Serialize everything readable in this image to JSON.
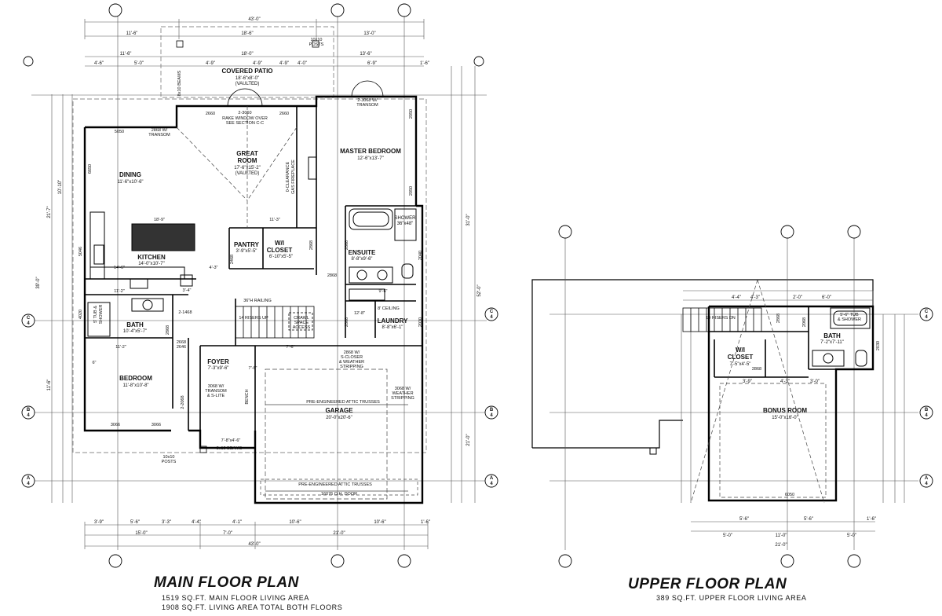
{
  "main_plan": {
    "title": "MAIN FLOOR PLAN",
    "area_main": "1519 SQ.FT. MAIN FLOOR LIVING AREA",
    "area_total": "1908 SQ.FT. LIVING AREA TOTAL BOTH FLOORS",
    "rooms": {
      "covered_patio": "COVERED PATIO",
      "covered_patio_dim": "18'-6\"x8'-0\"",
      "covered_patio_note": "(VAULTED)",
      "great_room_1": "GREAT",
      "great_room_2": "ROOM",
      "great_room_dim": "17'-6\"x15'-2\"",
      "great_room_note": "(VAULTED)",
      "dining": "DINING",
      "dining_dim": "11'-6\"x10'-6\"",
      "kitchen": "KITCHEN",
      "kitchen_dim": "14'-0\"x10'-7\"",
      "master_bedroom": "MASTER BEDROOM",
      "master_bedroom_dim": "12'-6\"x13'-7\"",
      "pantry": "PANTRY",
      "pantry_dim": "3'-9\"x5'-5\"",
      "wi_closet_1": "W/I",
      "wi_closet_2": "CLOSET",
      "wi_closet_dim": "6'-10\"x5'-5\"",
      "ensuite": "ENSUITE",
      "ensuite_dim": "8'-8\"x9'-6\"",
      "shower": "SHOWER",
      "shower_dim": "36\"x48\"",
      "bath": "BATH",
      "bath_dim": "10'-4\"x5'-7\"",
      "laundry": "LAUNDRY",
      "laundry_dim": "8'-8\"x6'-1\"",
      "foyer": "FOYER",
      "foyer_dim": "7'-3\"x9'-6\"",
      "bedroom": "BEDROOM",
      "bedroom_dim": "11'-8\"x10'-8\"",
      "garage": "GARAGE",
      "garage_dim": "20'-0\"x20'-6\""
    },
    "notes": {
      "posts_top_1": "10x10",
      "posts_top_2": "POSTS",
      "beams_top": "8x10 BEAMS",
      "rake_window_1": "2-3060",
      "rake_window_2": "RAKE WINDOW OVER",
      "rake_window_3": "SEE SECTION C-C",
      "transom_dining_1": "2868 W/",
      "transom_dining_2": "TRANSOM",
      "transom_master_1": "2-3068 W/",
      "transom_master_2": "TRANSOM",
      "fireplace_1": "0-CLEARANCE",
      "fireplace_2": "GAS FIREPLACE",
      "railing": "36\"H RAILING",
      "risers": "14 RISERS UP",
      "crawl_1": "CRAWL",
      "crawl_2": "SPACE",
      "crawl_3": "ACCESS",
      "ceiling": "8' CEILING",
      "closer_1": "2868 W/",
      "closer_2": "S-CLOSER",
      "closer_3": "& WEATHER",
      "closer_4": "STRIPPING",
      "weather_1": "3068 W/",
      "weather_2": "WEATHER",
      "weather_3": "STRIPPING",
      "transom_foyer_1": "3068 W/",
      "transom_foyer_2": "TRANSOM",
      "transom_foyer_3": "& S-LITE",
      "trusses_1": "PRE-ENGINEERED ATTIC TRUSSES",
      "trusses_2": "PRE-ENGINEERED ATTIC TRUSSES",
      "oh_door": "16076 O.H. DOOR",
      "posts_bot_1": "10x10",
      "posts_bot_2": "POSTS",
      "beams_bot": "8x10 BEAMS",
      "tub_shower_1": "5' TUB &",
      "tub_shower_2": "SHOWER",
      "bench": "BENCH",
      "w2660a": "2660",
      "w2660b": "2660",
      "w5050": "5050",
      "w6650": "6650",
      "w5046": "5046",
      "w2050a": "2050",
      "w2050b": "2050",
      "w2040": "2040",
      "w2030": "2030",
      "w4020": "4020",
      "w3066a": "3066",
      "w3066b": "3066",
      "d2468a": "2-1468",
      "d2468b": "2468",
      "d2868a": "2868",
      "d2868b": "2868",
      "d2868c": "2868",
      "d2868d": "2868",
      "d2868e": "2868",
      "d2668": "2668",
      "d2646": "2646",
      "d2068": "2-2068"
    },
    "dims_top": {
      "overall": "43'-0\"",
      "d1": "11'-6\"",
      "d2": "18'-6\"",
      "d3": "13'-0\"",
      "r2a": "11'-6\"",
      "r2b": "18'-0\"",
      "r2c": "13'-6\"",
      "r3a": "4'-6\"",
      "r3b": "5'-0\"",
      "r3c": "4'-9\"",
      "r3d": "4'-9\"",
      "r3e": "4'-9\"",
      "r3f": "4'-0\"",
      "r3g": "6'-9\"",
      "r3h": "1'-6\""
    },
    "dims_bottom": {
      "overall": "43'-0\"",
      "b1": "15'-0\"",
      "b2": "7'-0\"",
      "b3": "21'-0\"",
      "c1": "3'-9\"",
      "c2": "5'-6\"",
      "c3": "3'-3\"",
      "c4": "4'-4\"",
      "c5": "4'-1\"",
      "c6": "10'-6\"",
      "c7": "10'-6\"",
      "c8": "1'-6\""
    },
    "dims_side": {
      "left_overall": "39'-0\"",
      "right_overall": "52'-0\"",
      "l1": "21'-7\"",
      "l2": "10'-10\"",
      "l3": "11'-6\"",
      "r1": "31'-0\"",
      "r2": "21'-0\""
    },
    "interior_dims": {
      "k1": "18'-9\"",
      "k2": "11'-3\"",
      "k3": "14'-6\"",
      "k4": "4'-3\"",
      "k5": "11'-2\"",
      "k6": "3'-4\"",
      "e1": "9'-6\"",
      "e2": "12'-8\"",
      "bth": "11'-2\"",
      "f1": "7'-6\"",
      "f2": "7'-6\"",
      "f3": "6\"",
      "f4": "7'-8\"x4'-6\""
    }
  },
  "upper_plan": {
    "title": "UPPER FLOOR PLAN",
    "area": "389 SQ.FT. UPPER FLOOR LIVING AREA",
    "rooms": {
      "wi_closet_1": "W/I",
      "wi_closet_2": "CLOSET",
      "wi_closet_dim": "7'-5\"x4'-5\"",
      "bath": "BATH",
      "bath_dim": "7'-2\"x7'-11\"",
      "bonus_room": "BONUS ROOM",
      "bonus_room_dim": "15'-0\"x16'-0\""
    },
    "notes": {
      "risers": "14 RISERS DN",
      "tub_1": "5'-6\" TUB",
      "tub_2": "& SHOWER",
      "w6050": "6050",
      "d2868a": "2868",
      "d2868b": "2868",
      "d2068": "2068",
      "w2030": "2030"
    },
    "dims_top": {
      "a": "2'-0\"",
      "b": "6'-0\"",
      "c": "4'-3\"",
      "d": "4'-4\""
    },
    "dims_bottom": {
      "a": "5'-6\"",
      "b": "5'-6\"",
      "c": "1'-6\"",
      "d": "5'-0\"",
      "e": "11'-0\"",
      "f": "5'-0\"",
      "g": "21'-0\""
    },
    "interior_dims": {
      "a": "3'-9\"",
      "b": "4'-3\"",
      "c": "3'-0\""
    }
  },
  "section_markers": {
    "c_label": "C",
    "b_label": "B",
    "a_label": "A",
    "sheet": "4"
  }
}
